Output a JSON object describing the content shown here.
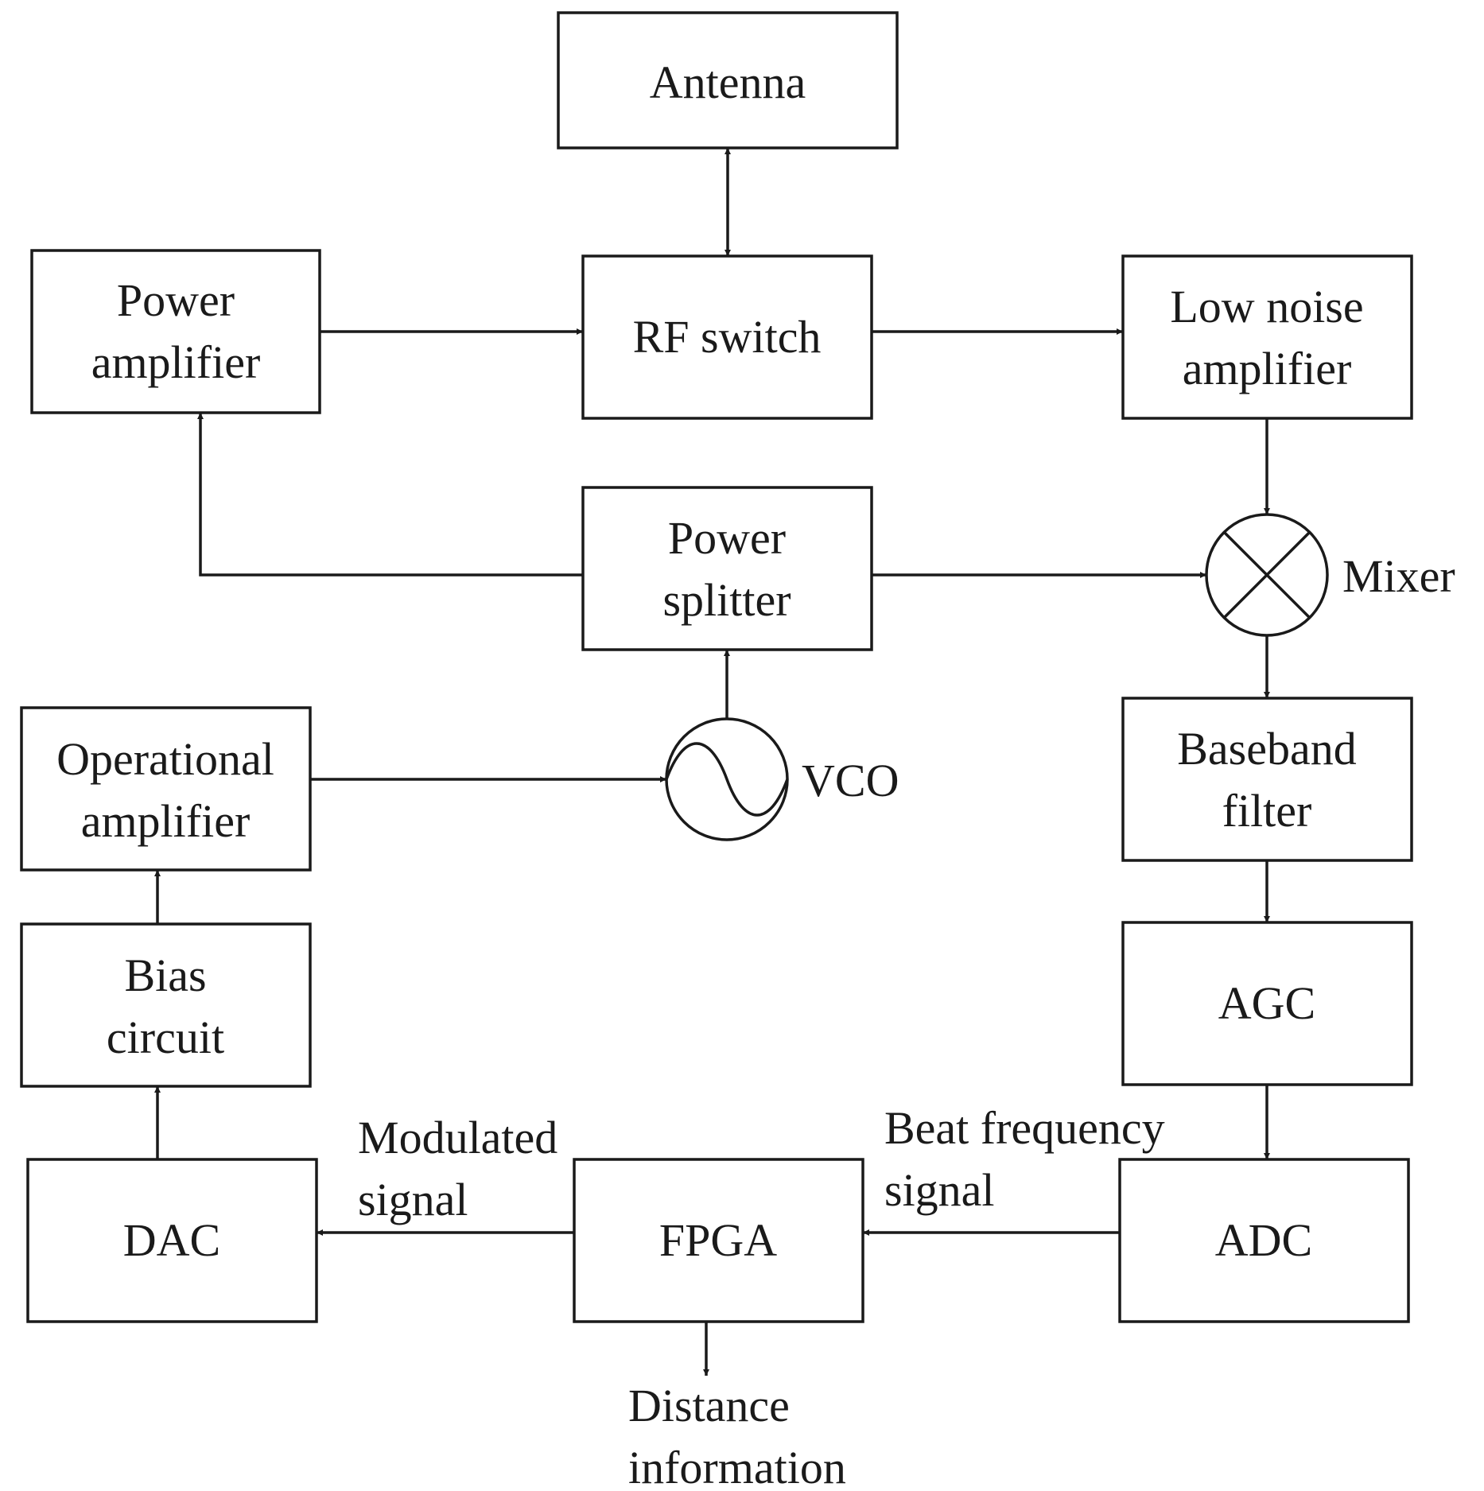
{
  "blocks": {
    "antenna": [
      "Antenna"
    ],
    "power_amplifier": [
      "Power",
      "amplifier"
    ],
    "rf_switch": [
      "RF switch"
    ],
    "low_noise_amplifier": [
      "Low noise",
      "amplifier"
    ],
    "power_splitter": [
      "Power",
      "splitter"
    ],
    "operational_amplifier": [
      "Operational",
      "amplifier"
    ],
    "baseband_filter": [
      "Baseband",
      "filter"
    ],
    "bias_circuit": [
      "Bias",
      "circuit"
    ],
    "agc": [
      "AGC"
    ],
    "dac": [
      "DAC"
    ],
    "fpga": [
      "FPGA"
    ],
    "adc": [
      "ADC"
    ]
  },
  "symbols": {
    "mixer": "Mixer",
    "vco": "VCO"
  },
  "signals": {
    "modulated": [
      "Modulated",
      "signal"
    ],
    "beat_frequency": [
      "Beat frequency",
      "signal"
    ],
    "distance": [
      "Distance",
      "information"
    ]
  }
}
